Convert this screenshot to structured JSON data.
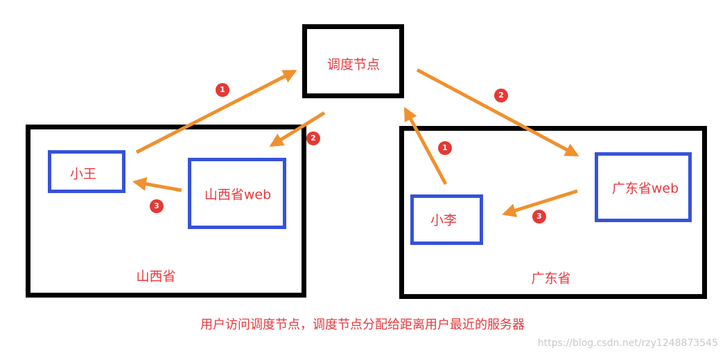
{
  "nodes": {
    "scheduler": "调度节点",
    "shanxi_region": "山西省",
    "shanxi_user": "小王",
    "shanxi_web": "山西省web",
    "guangdong_region": "广东省",
    "guangdong_user": "小李",
    "guangdong_web": "广东省web"
  },
  "steps": {
    "s1_left": "1",
    "s2_left": "2",
    "s3_left": "3",
    "s1_right": "1",
    "s2_right": "2",
    "s3_right": "3"
  },
  "caption": "用户访问调度节点，调度节点分配给距离用户最近的服务器",
  "watermark": "https://blog.csdn.net/rzy1248873545",
  "colors": {
    "arrow": "#f0902e",
    "text": "#e8383d",
    "blue_box": "#3652d9",
    "black_box": "#000000",
    "step_badge": "#e53935"
  }
}
